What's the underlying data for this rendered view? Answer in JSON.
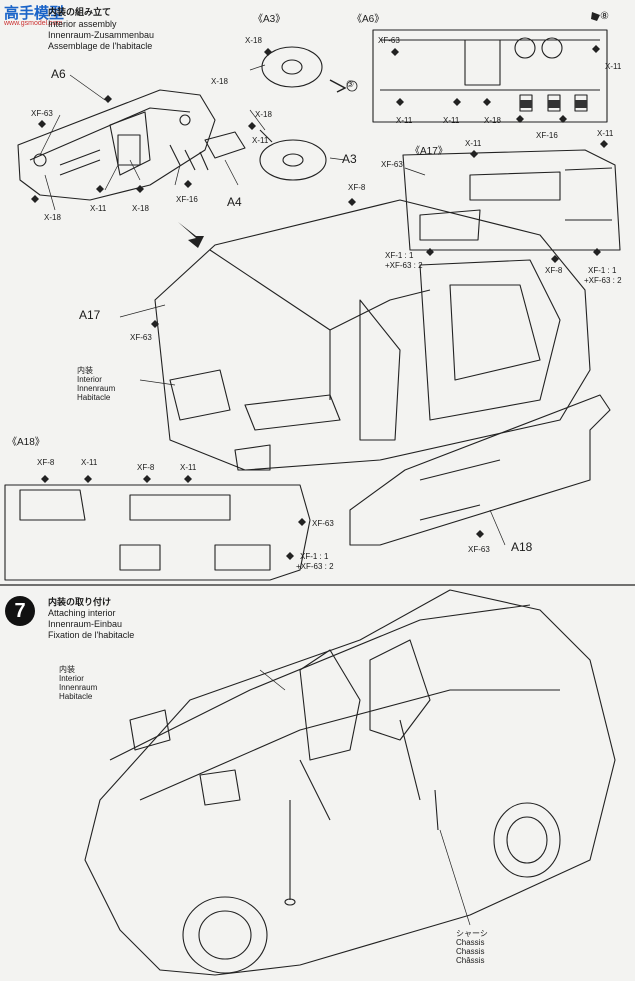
{
  "watermark": {
    "logo": "高手模型",
    "sub": "www.gsmodel.com"
  },
  "step6": {
    "title_jp": "内装の組み立て",
    "title_en": "Interior assembly",
    "title_de": "Innenraum-Zusammenbau",
    "title_fr": "Assemblage de l'habitacle"
  },
  "subassemblies": {
    "a3": "《A3》",
    "a6": "《A6》",
    "a17": "《A17》",
    "a18": "《A18》"
  },
  "parts": {
    "a6": "A6",
    "a3": "A3",
    "a4": "A4",
    "a17": "A17",
    "a18": "A18",
    "x18": "X-18",
    "x11": "X-11",
    "xf63": "XF-63",
    "xf16": "XF-16",
    "xf8": "XF-8",
    "mix_xf1": "XF-1 : 1",
    "mix_xf63": "+XF-63 : 2",
    "circle3": "③",
    "circle8": "⑧"
  },
  "interior_label": {
    "jp": "内装",
    "en": "Interior",
    "de": "Innenraum",
    "fr": "Habitacle"
  },
  "step7": {
    "number": "7",
    "title_jp": "内装の取り付け",
    "title_en": "Attaching interior",
    "title_de": "Innenraum-Einbau",
    "title_fr": "Fixation de l'habitacle"
  },
  "chassis_label": {
    "jp": "シャーシ",
    "en": "Chassis",
    "de": "Chassis",
    "fr": "Châssis"
  }
}
